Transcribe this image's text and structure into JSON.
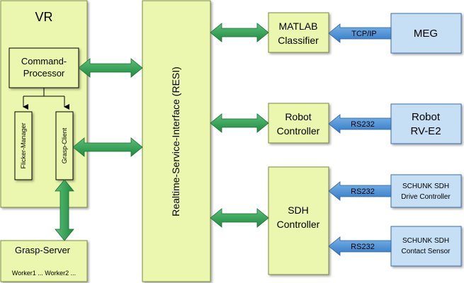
{
  "diagram": {
    "vr": {
      "title": "VR"
    },
    "command_processor": {
      "line1": "Command-",
      "line2": "Processor"
    },
    "flicker_manager": {
      "label": "Flicker-Manager"
    },
    "grasp_client": {
      "label": "Grasp-Client"
    },
    "grasp_server": {
      "title": "Grasp-Server",
      "workers": "Worker1 ... Worker2 ..."
    },
    "resi": {
      "label": "Realtime-Service-Interface (RESI)"
    },
    "matlab": {
      "line1": "MATLAB",
      "line2": "Classifier"
    },
    "robot_controller": {
      "line1": "Robot",
      "line2": "Controller"
    },
    "sdh_controller": {
      "line1": "SDH",
      "line2": "Controller"
    },
    "meg": {
      "label": "MEG"
    },
    "robot_rv": {
      "line1": "Robot",
      "line2": "RV-E2"
    },
    "schunk_drive": {
      "line1": "SCHUNK SDH",
      "line2": "Drive Controller"
    },
    "schunk_contact": {
      "line1": "SCHUNK SDH",
      "line2": "Contact Sensor"
    },
    "links": {
      "tcp": "TCP/IP",
      "rs232_robot": "RS232",
      "rs232_drive": "RS232",
      "rs232_contact": "RS232"
    },
    "colors": {
      "box_fill": "#ebf7ae",
      "box_stroke": "#7a8c3a",
      "device_fill": "#c6dff5",
      "device_stroke": "#3d6fa6",
      "arrow_green": "#2a9a4a",
      "arrow_blue": "#3f88d0"
    }
  }
}
